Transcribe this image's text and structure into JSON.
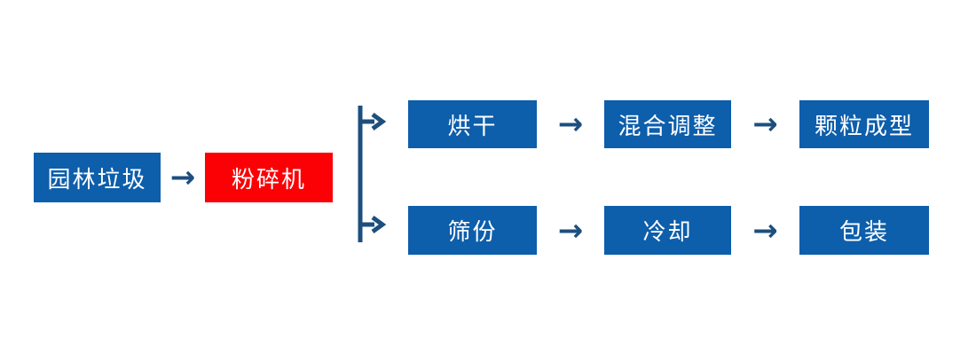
{
  "colors": {
    "node-blue": "#0d5eab",
    "node-red": "#fb0105",
    "connector": "#1d4f7e",
    "node-text": "#ffffff",
    "background": "#ffffff"
  },
  "icons": {
    "arrow-right": "→"
  },
  "diagram": {
    "type": "flowchart",
    "source": "园林垃圾",
    "crusher": "粉碎机",
    "top_branch": [
      "烘干",
      "混合调整",
      "颗粒成型"
    ],
    "bottom_branch": [
      "筛份",
      "冷却",
      "包装"
    ]
  }
}
